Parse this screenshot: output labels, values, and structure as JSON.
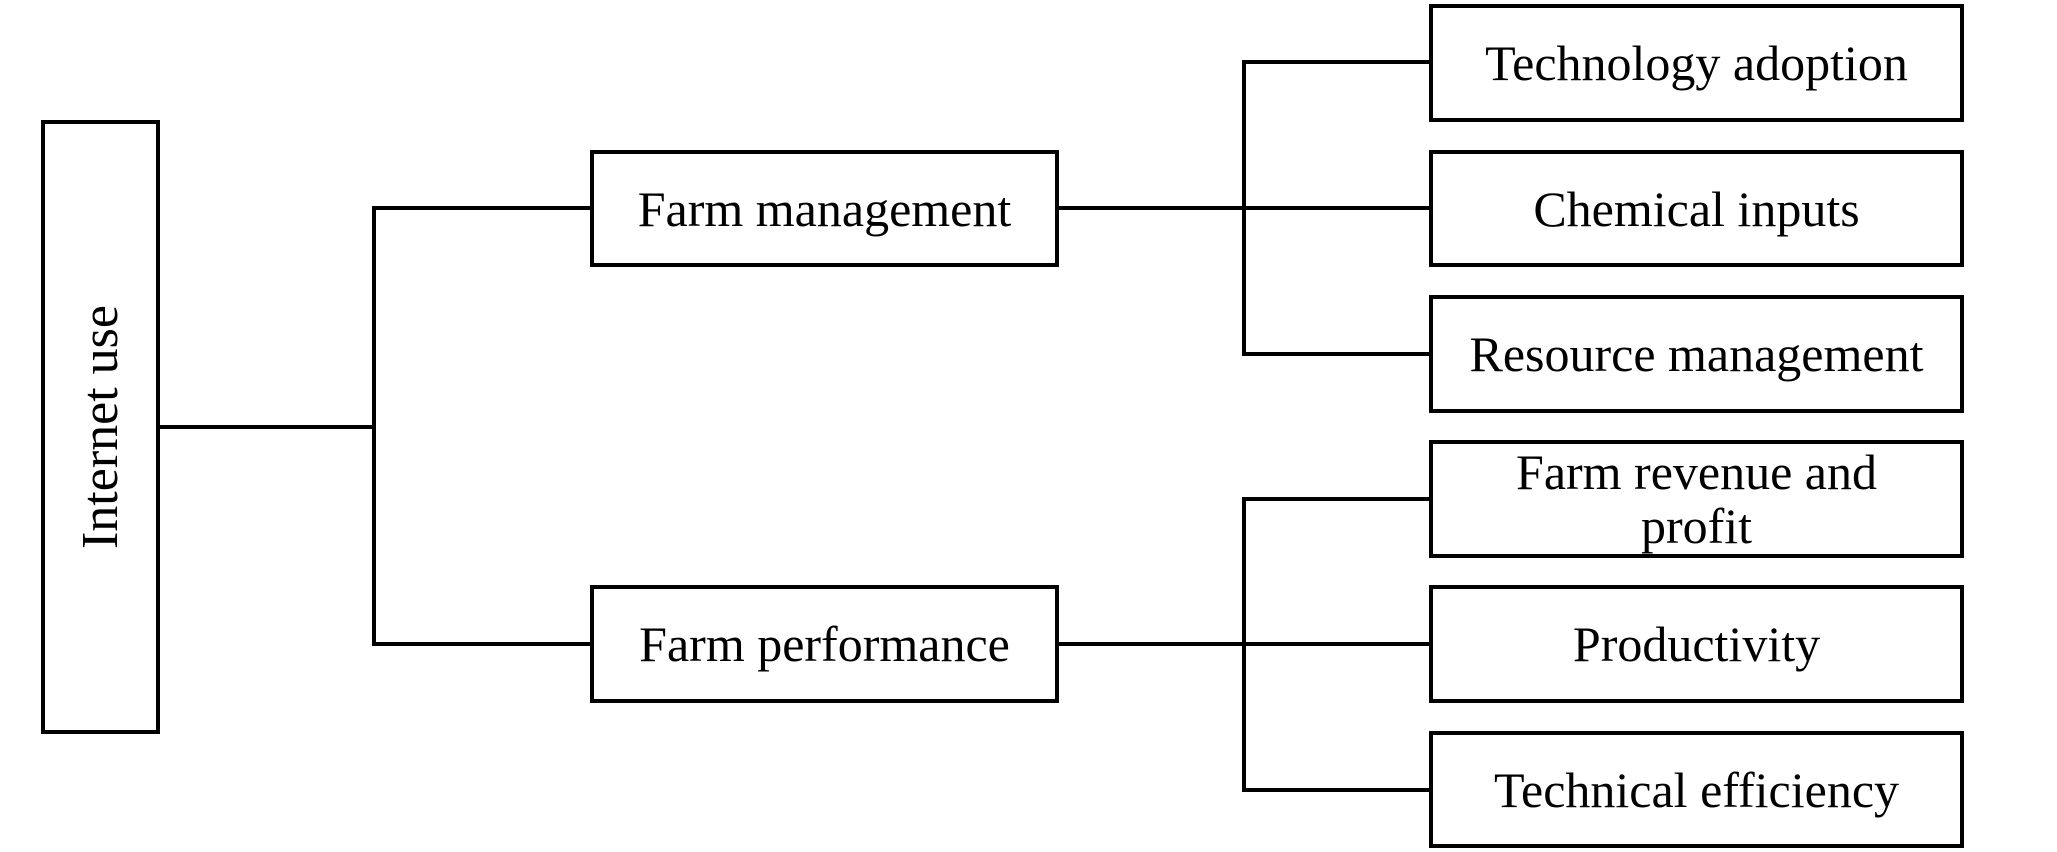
{
  "diagram": {
    "root": {
      "label": "Internet use"
    },
    "branches": [
      {
        "label": "Farm management",
        "children": [
          {
            "label": "Technology adoption"
          },
          {
            "label": "Chemical inputs"
          },
          {
            "label": "Resource management"
          }
        ]
      },
      {
        "label": "Farm performance",
        "children": [
          {
            "label": "Farm revenue and profit"
          },
          {
            "label": "Productivity"
          },
          {
            "label": "Technical efficiency"
          }
        ]
      }
    ]
  }
}
